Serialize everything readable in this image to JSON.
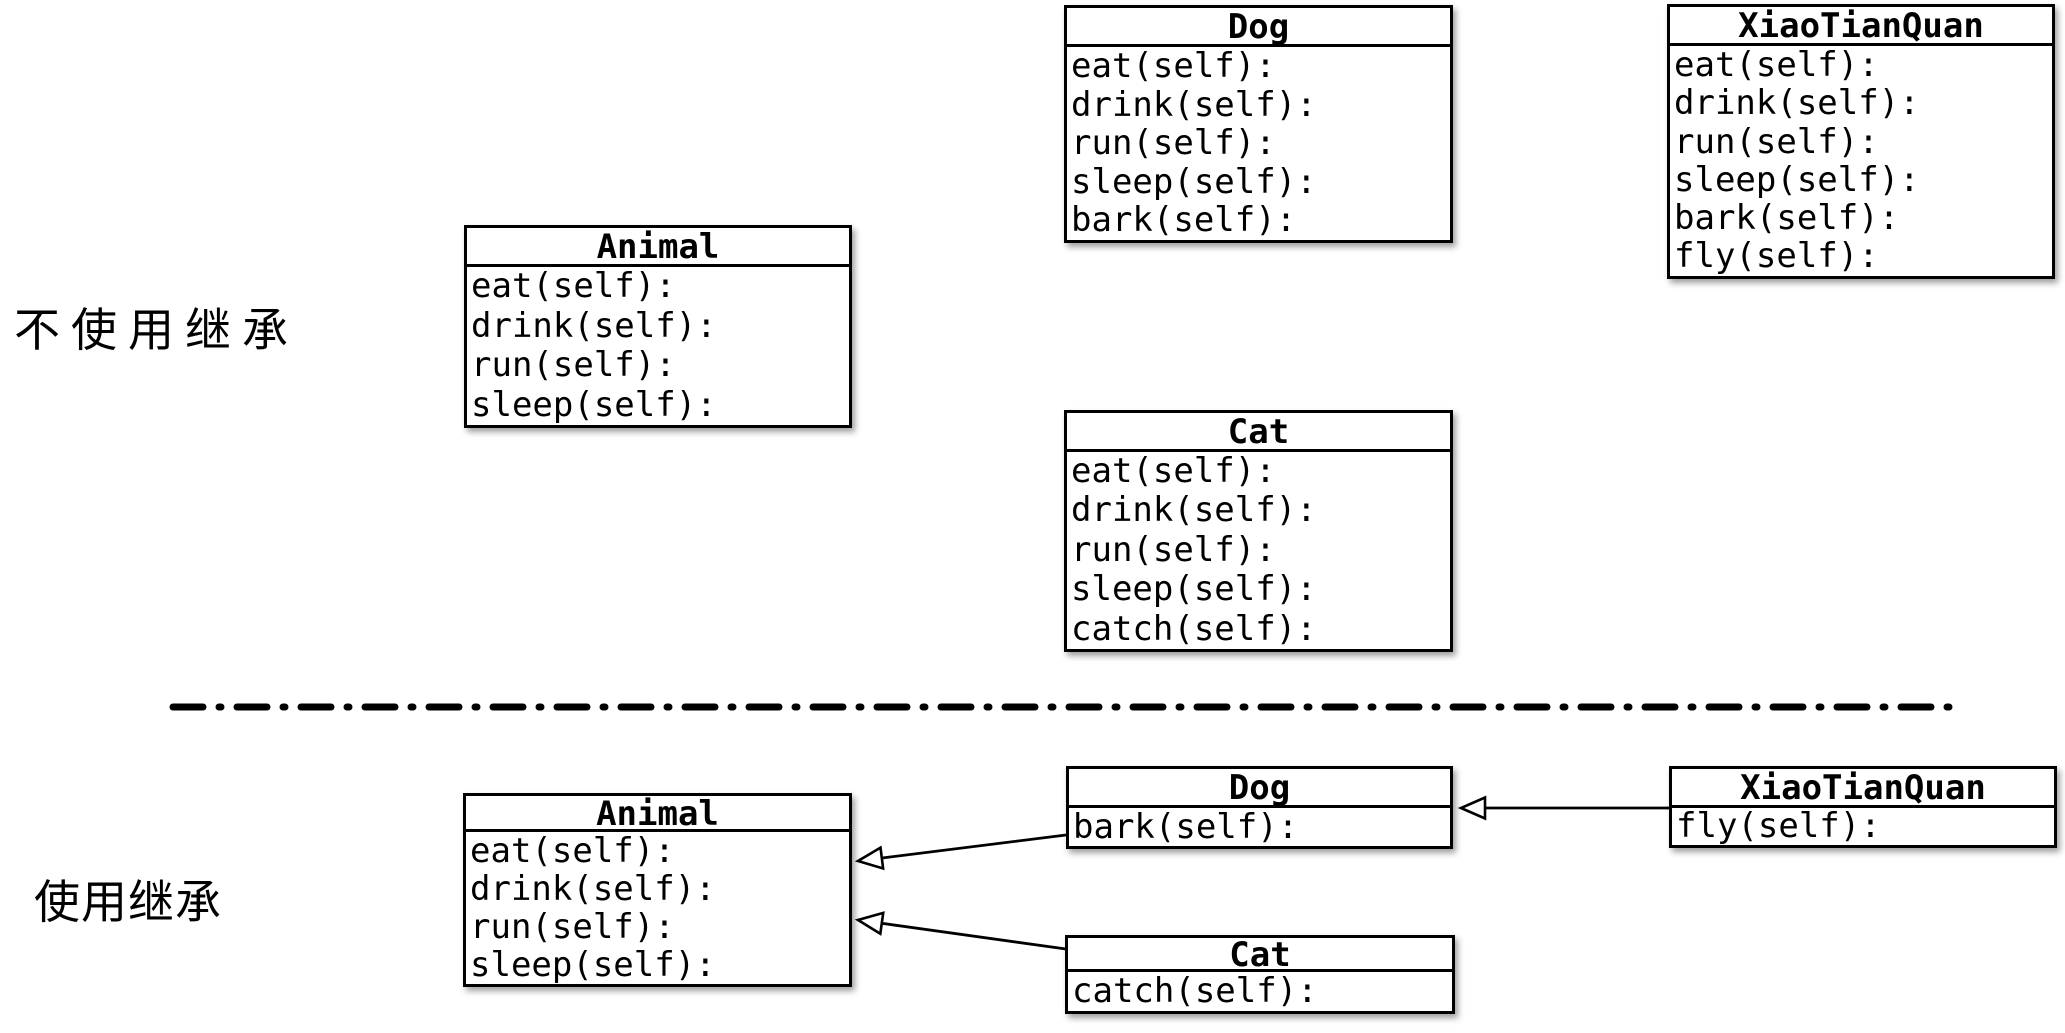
{
  "diagram": {
    "type": "class-inheritance-diagram",
    "sections": {
      "no_inheritance": {
        "label": "不使用继承"
      },
      "inheritance": {
        "label": "使用继承"
      }
    },
    "classes": {
      "animal_top": {
        "title": "Animal",
        "methods": [
          "eat(self):",
          "drink(self):",
          "run(self):",
          "sleep(self):"
        ]
      },
      "dog_top": {
        "title": "Dog",
        "methods": [
          "eat(self):",
          "drink(self):",
          "run(self):",
          "sleep(self):",
          "bark(self):"
        ]
      },
      "xiaotianquan_top": {
        "title": "XiaoTianQuan",
        "methods": [
          "eat(self):",
          "drink(self):",
          "run(self):",
          "sleep(self):",
          "bark(self):",
          "fly(self):"
        ]
      },
      "cat_top": {
        "title": "Cat",
        "methods": [
          "eat(self):",
          "drink(self):",
          "run(self):",
          "sleep(self):",
          "catch(self):"
        ]
      },
      "animal_bottom": {
        "title": "Animal",
        "methods": [
          "eat(self):",
          "drink(self):",
          "run(self):",
          "sleep(self):"
        ]
      },
      "dog_bottom": {
        "title": "Dog",
        "methods": [
          "bark(self):"
        ]
      },
      "xiaotianquan_bottom": {
        "title": "XiaoTianQuan",
        "methods": [
          "fly(self):"
        ]
      },
      "cat_bottom": {
        "title": "Cat",
        "methods": [
          "catch(self):"
        ]
      }
    },
    "relationships": [
      {
        "child": "Dog",
        "parent": "Animal",
        "type": "inheritance"
      },
      {
        "child": "Cat",
        "parent": "Animal",
        "type": "inheritance"
      },
      {
        "child": "XiaoTianQuan",
        "parent": "Dog",
        "type": "inheritance"
      }
    ],
    "divider_style": "dash-dot",
    "colors": {
      "ink": "#000000",
      "box_fill": "#ffffff",
      "background": "#ffffff"
    }
  }
}
